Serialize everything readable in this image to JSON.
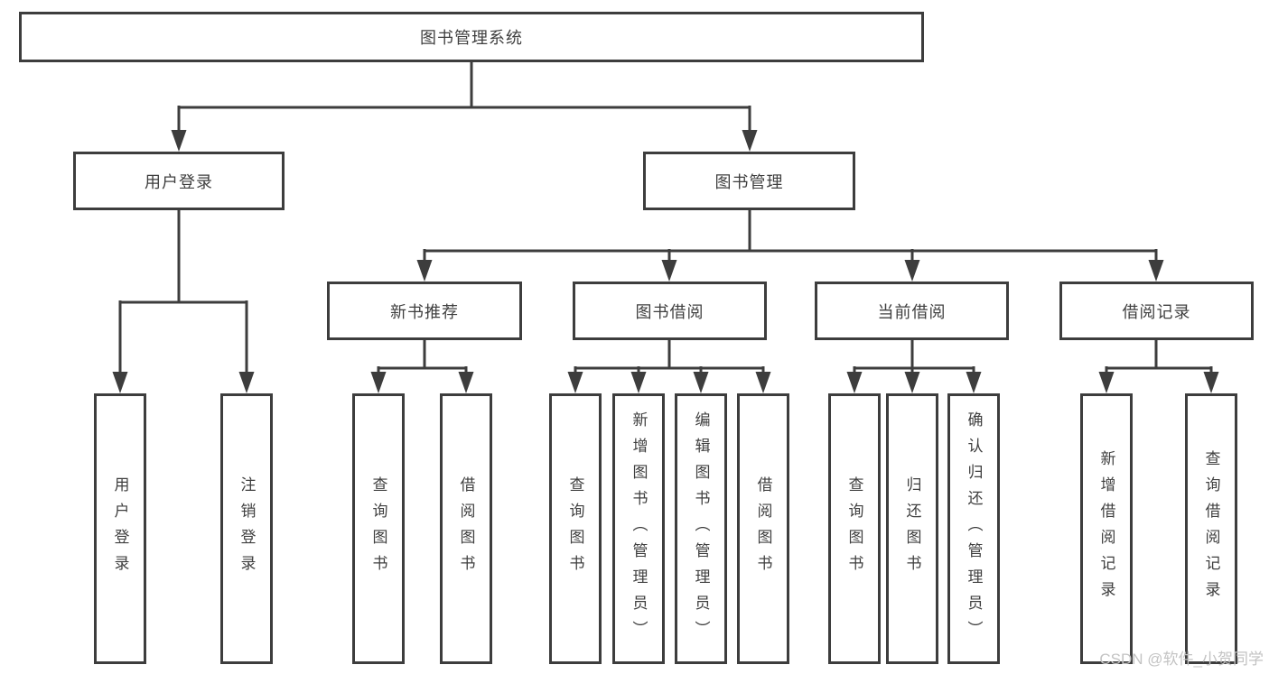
{
  "root": {
    "label": "图书管理系统"
  },
  "branches": [
    {
      "label": "用户登录",
      "children": [
        "用户登录",
        "注销登录"
      ]
    },
    {
      "label": "图书管理",
      "children": [
        {
          "label": "新书推荐",
          "children": [
            "查询图书",
            "借阅图书"
          ]
        },
        {
          "label": "图书借阅",
          "children": [
            "查询图书",
            "新增图书（管理员）",
            "编辑图书（管理员）",
            "借阅图书"
          ]
        },
        {
          "label": "当前借阅",
          "children": [
            "查询图书",
            "归还图书",
            "确认归还（管理员）"
          ]
        },
        {
          "label": "借阅记录",
          "children": [
            "新增借阅记录",
            "查询借阅记录"
          ]
        }
      ]
    }
  ],
  "watermark": {
    "text": "CSDN @软件_小贺同学"
  },
  "colors": {
    "line": "#3d3d3d",
    "text": "#3f3f3f",
    "watermark": "#c3c3c3",
    "background": "#ffffff"
  }
}
